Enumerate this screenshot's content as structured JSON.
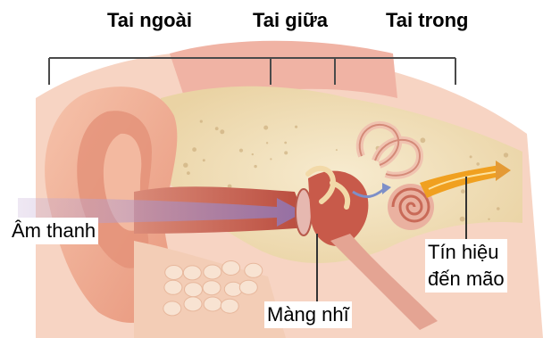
{
  "labels": {
    "outer_ear": "Tai ngoài",
    "middle_ear": "Tai giữa",
    "inner_ear": "Tai trong",
    "sound": "Âm thanh",
    "signal_line1": "Tín hiệu",
    "signal_line2": "đến mão",
    "eardrum": "Màng nhĩ"
  },
  "colors": {
    "skin": "#f2b49c",
    "skin_dark": "#e08a70",
    "bone": "#f4e3bf",
    "canal": "#c8614f",
    "nerve": "#f0a020",
    "sound_wave": "#a88cc0"
  }
}
